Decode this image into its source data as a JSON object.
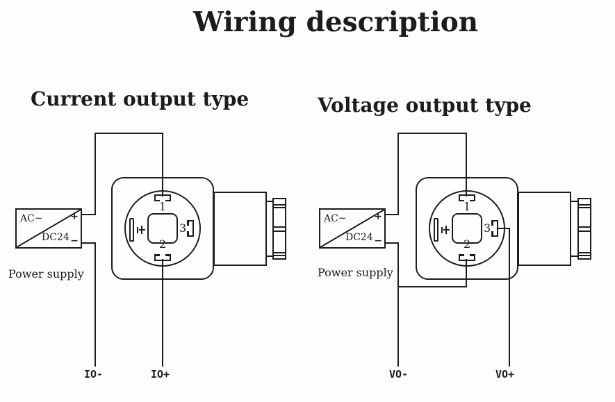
{
  "title": "Wiring description",
  "colors": {
    "line": "#1c1c1c",
    "background": "#fefefe"
  },
  "diagrams": [
    {
      "heading": "Current output type",
      "power_supply": {
        "ac_label": "AC~",
        "dc_label": "DC24",
        "plus": "+",
        "minus": "−",
        "caption": "Power supply"
      },
      "connector_pins": {
        "pin1": "1",
        "pin2": "2",
        "pin3": "3"
      },
      "output_labels": {
        "negative": "IO-",
        "positive": "IO+"
      }
    },
    {
      "heading": "Voltage output type",
      "power_supply": {
        "ac_label": "AC~",
        "dc_label": "DC24",
        "plus": "+",
        "minus": "−",
        "caption": "Power supply"
      },
      "connector_pins": {
        "pin1": "1",
        "pin2": "2",
        "pin3": "3"
      },
      "output_labels": {
        "negative": "VO-",
        "positive": "VO+"
      }
    }
  ]
}
